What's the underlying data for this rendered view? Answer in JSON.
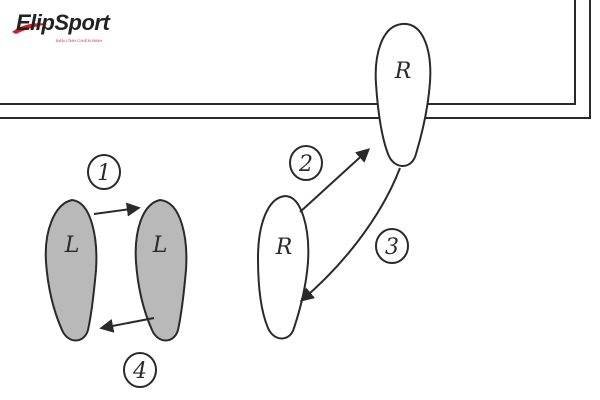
{
  "logo": {
    "brand": "ElipSport",
    "tagline": "BẢN LĨNH CHIẾN BINH",
    "accent_color": "#d11f2a"
  },
  "footprints": [
    {
      "letter": "L",
      "shade": "gray"
    },
    {
      "letter": "L",
      "shade": "gray"
    },
    {
      "letter": "R",
      "shade": "white"
    },
    {
      "letter": "R",
      "shade": "white"
    }
  ],
  "steps": [
    "1",
    "2",
    "3",
    "4"
  ],
  "colors": {
    "ink": "#2a2a2a",
    "gray_fill": "#b9b9b9",
    "paper": "#ffffff"
  }
}
